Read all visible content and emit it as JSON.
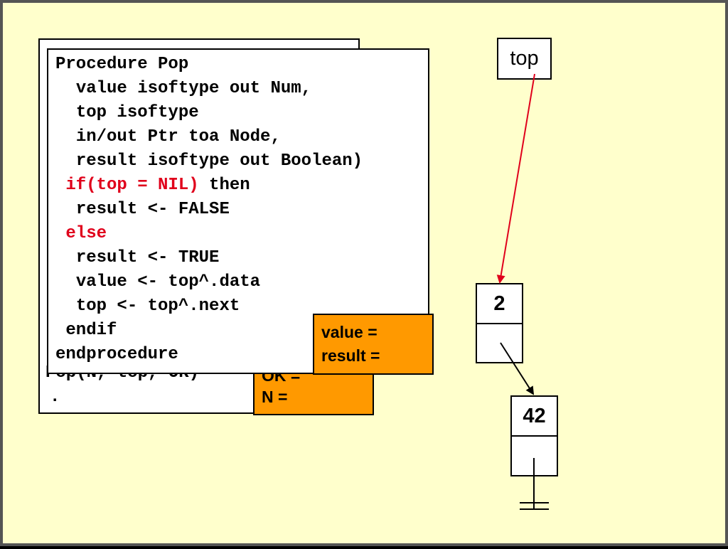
{
  "back_frame": {
    "partial_call": "Pop(N, top, OK)",
    "partial_dot": ".",
    "vars": [
      "OK =",
      "N ="
    ]
  },
  "procedure": {
    "lines": [
      {
        "indent": "",
        "parts": [
          {
            "text": "Procedure Pop",
            "red": false
          }
        ]
      },
      {
        "indent": "  ",
        "parts": [
          {
            "text": "value isoftype out Num,",
            "red": false
          }
        ]
      },
      {
        "indent": "  ",
        "parts": [
          {
            "text": "top isoftype",
            "red": false
          }
        ]
      },
      {
        "indent": "  ",
        "parts": [
          {
            "text": "in/out Ptr toa Node,",
            "red": false
          }
        ]
      },
      {
        "indent": "  ",
        "parts": [
          {
            "text": "result isoftype out Boolean)",
            "red": false
          }
        ]
      },
      {
        "indent": " ",
        "parts": [
          {
            "text": "if(top = NIL)",
            "red": true
          },
          {
            "text": " then",
            "red": false
          }
        ]
      },
      {
        "indent": "  ",
        "parts": [
          {
            "text": "result <- FALSE",
            "red": false
          }
        ]
      },
      {
        "indent": " ",
        "parts": [
          {
            "text": "else",
            "red": true
          }
        ]
      },
      {
        "indent": "  ",
        "parts": [
          {
            "text": "result <- TRUE",
            "red": false
          }
        ]
      },
      {
        "indent": "  ",
        "parts": [
          {
            "text": "value <- top^.data",
            "red": false
          }
        ]
      },
      {
        "indent": "  ",
        "parts": [
          {
            "text": "top <- top^.next",
            "red": false
          }
        ]
      },
      {
        "indent": " ",
        "parts": [
          {
            "text": "endif",
            "red": false
          }
        ]
      },
      {
        "indent": "",
        "parts": [
          {
            "text": "endprocedure",
            "red": false
          }
        ]
      }
    ],
    "vars": [
      "value =",
      "result ="
    ]
  },
  "diagram": {
    "top_label": "top",
    "nodes": [
      {
        "data": "2"
      },
      {
        "data": "42"
      }
    ],
    "pointer_color": "#e0001b"
  }
}
